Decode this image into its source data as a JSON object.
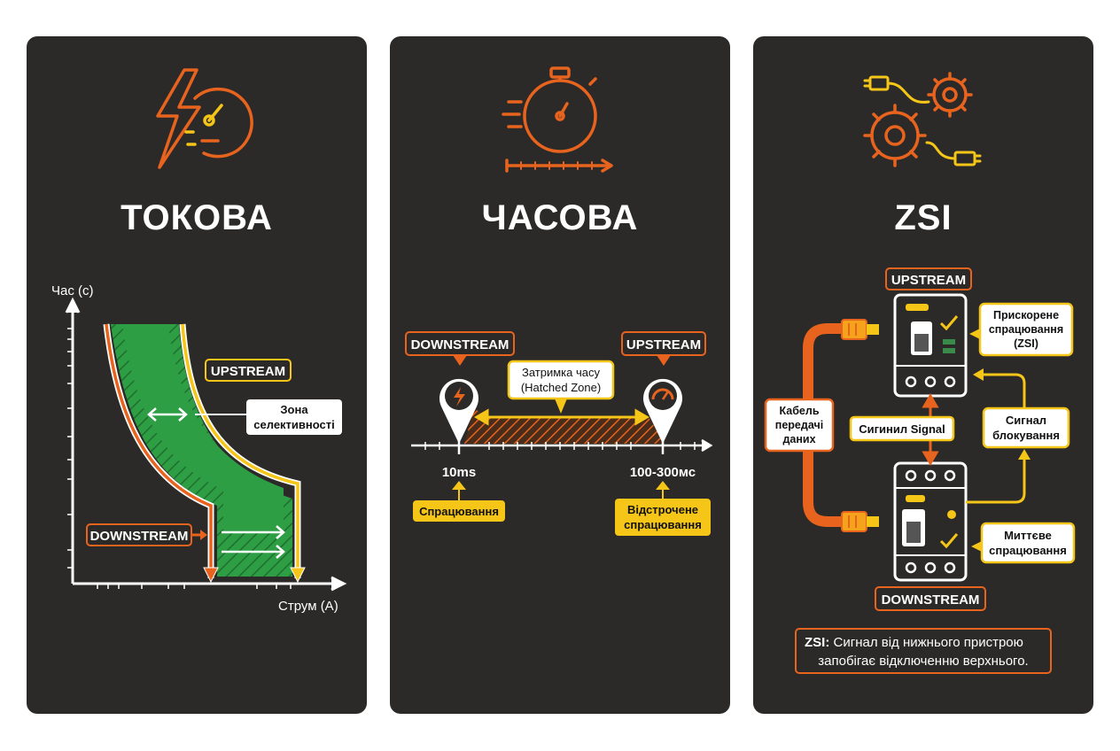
{
  "panels": {
    "current": {
      "title": "ТОКОВА",
      "y_axis_label": "Час (с)",
      "x_axis_label": "Струм (А)",
      "upstream_label": "UPSTREAM",
      "downstream_label": "DOWNSTREAM",
      "zone_label_1": "Зона",
      "zone_label_2": "селективності",
      "icon": "lightning-gauge-icon"
    },
    "time": {
      "title": "ЧАСОВА",
      "downstream_label": "DOWNSTREAM",
      "upstream_label": "UPSTREAM",
      "delay_label_1": "Затримка часу",
      "delay_label_2": "(Hatched Zone)",
      "tick_left": "10ms",
      "tick_right": "100-300мс",
      "left_action": "Спрацювання",
      "right_action_1": "Відстрочене",
      "right_action_2": "спрацювання",
      "icon": "stopwatch-icon"
    },
    "zsi": {
      "title": "ZSI",
      "upstream_label": "UPSTREAM",
      "downstream_label": "DOWNSTREAM",
      "fast_trip_1": "Прискорене",
      "fast_trip_2": "спрацювання",
      "fast_trip_3": "(ZSI)",
      "cable_1": "Кабель",
      "cable_2": "передачі",
      "cable_3": "даних",
      "signal_center": "Сигинил Signal",
      "block_signal_1": "Сигнал",
      "block_signal_2": "блокування",
      "instant_1": "Миттєве",
      "instant_2": "спрацювання",
      "note_bold": "ZSI:",
      "note_1": " Сигнал від нижнього пристрою",
      "note_2": "запобігає відключенню верхнього.",
      "icon": "gears-cable-icon"
    }
  },
  "colors": {
    "panel": "#2b2a29",
    "orange": "#e8641e",
    "yellow": "#f5c518",
    "green": "#2e9e44",
    "white": "#ffffff"
  }
}
